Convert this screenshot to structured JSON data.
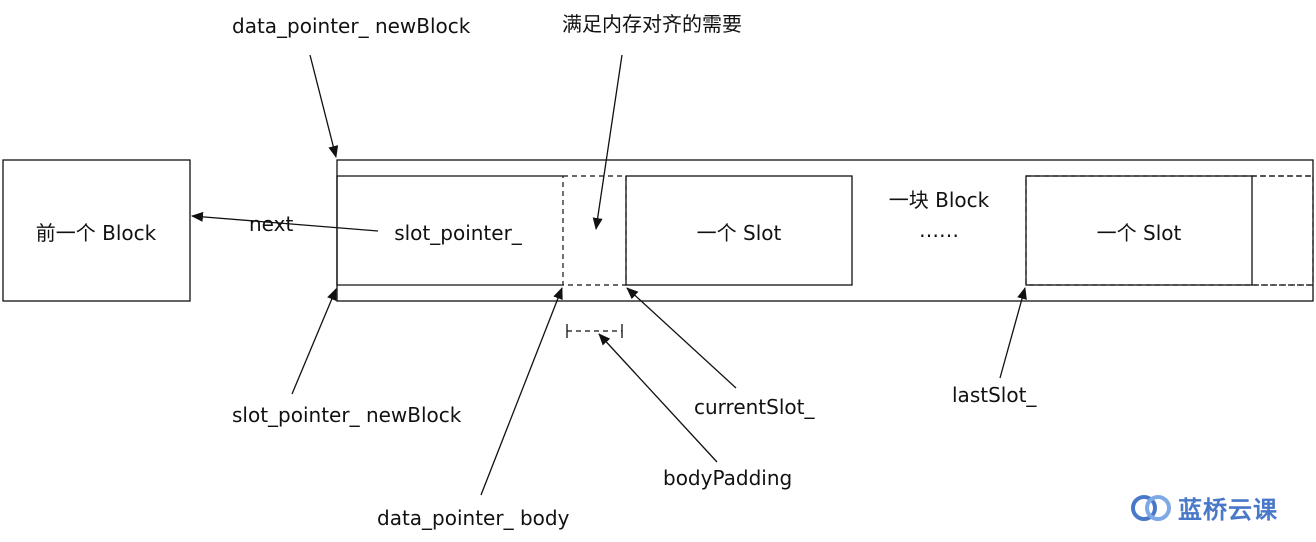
{
  "labels": {
    "data_pointer_newblock": "data_pointer_ newBlock",
    "alignment_note": "满足内存对齐的需要",
    "prev_block": "前一个 Block",
    "next": "next",
    "slot_pointer": "slot_pointer_",
    "slot_1": "一个 Slot",
    "block_label": "一块 Block",
    "ellipsis": "……",
    "slot_2": "一个 Slot",
    "slot_pointer_newblock": "slot_pointer_ newBlock",
    "current_slot": "currentSlot_",
    "last_slot": "lastSlot_",
    "body_padding": "bodyPadding",
    "data_pointer_body": "data_pointer_ body"
  },
  "watermark": {
    "text": "蓝桥云课",
    "color": "#4a78c8"
  },
  "colors": {
    "line": "#111111",
    "background": "#ffffff"
  }
}
